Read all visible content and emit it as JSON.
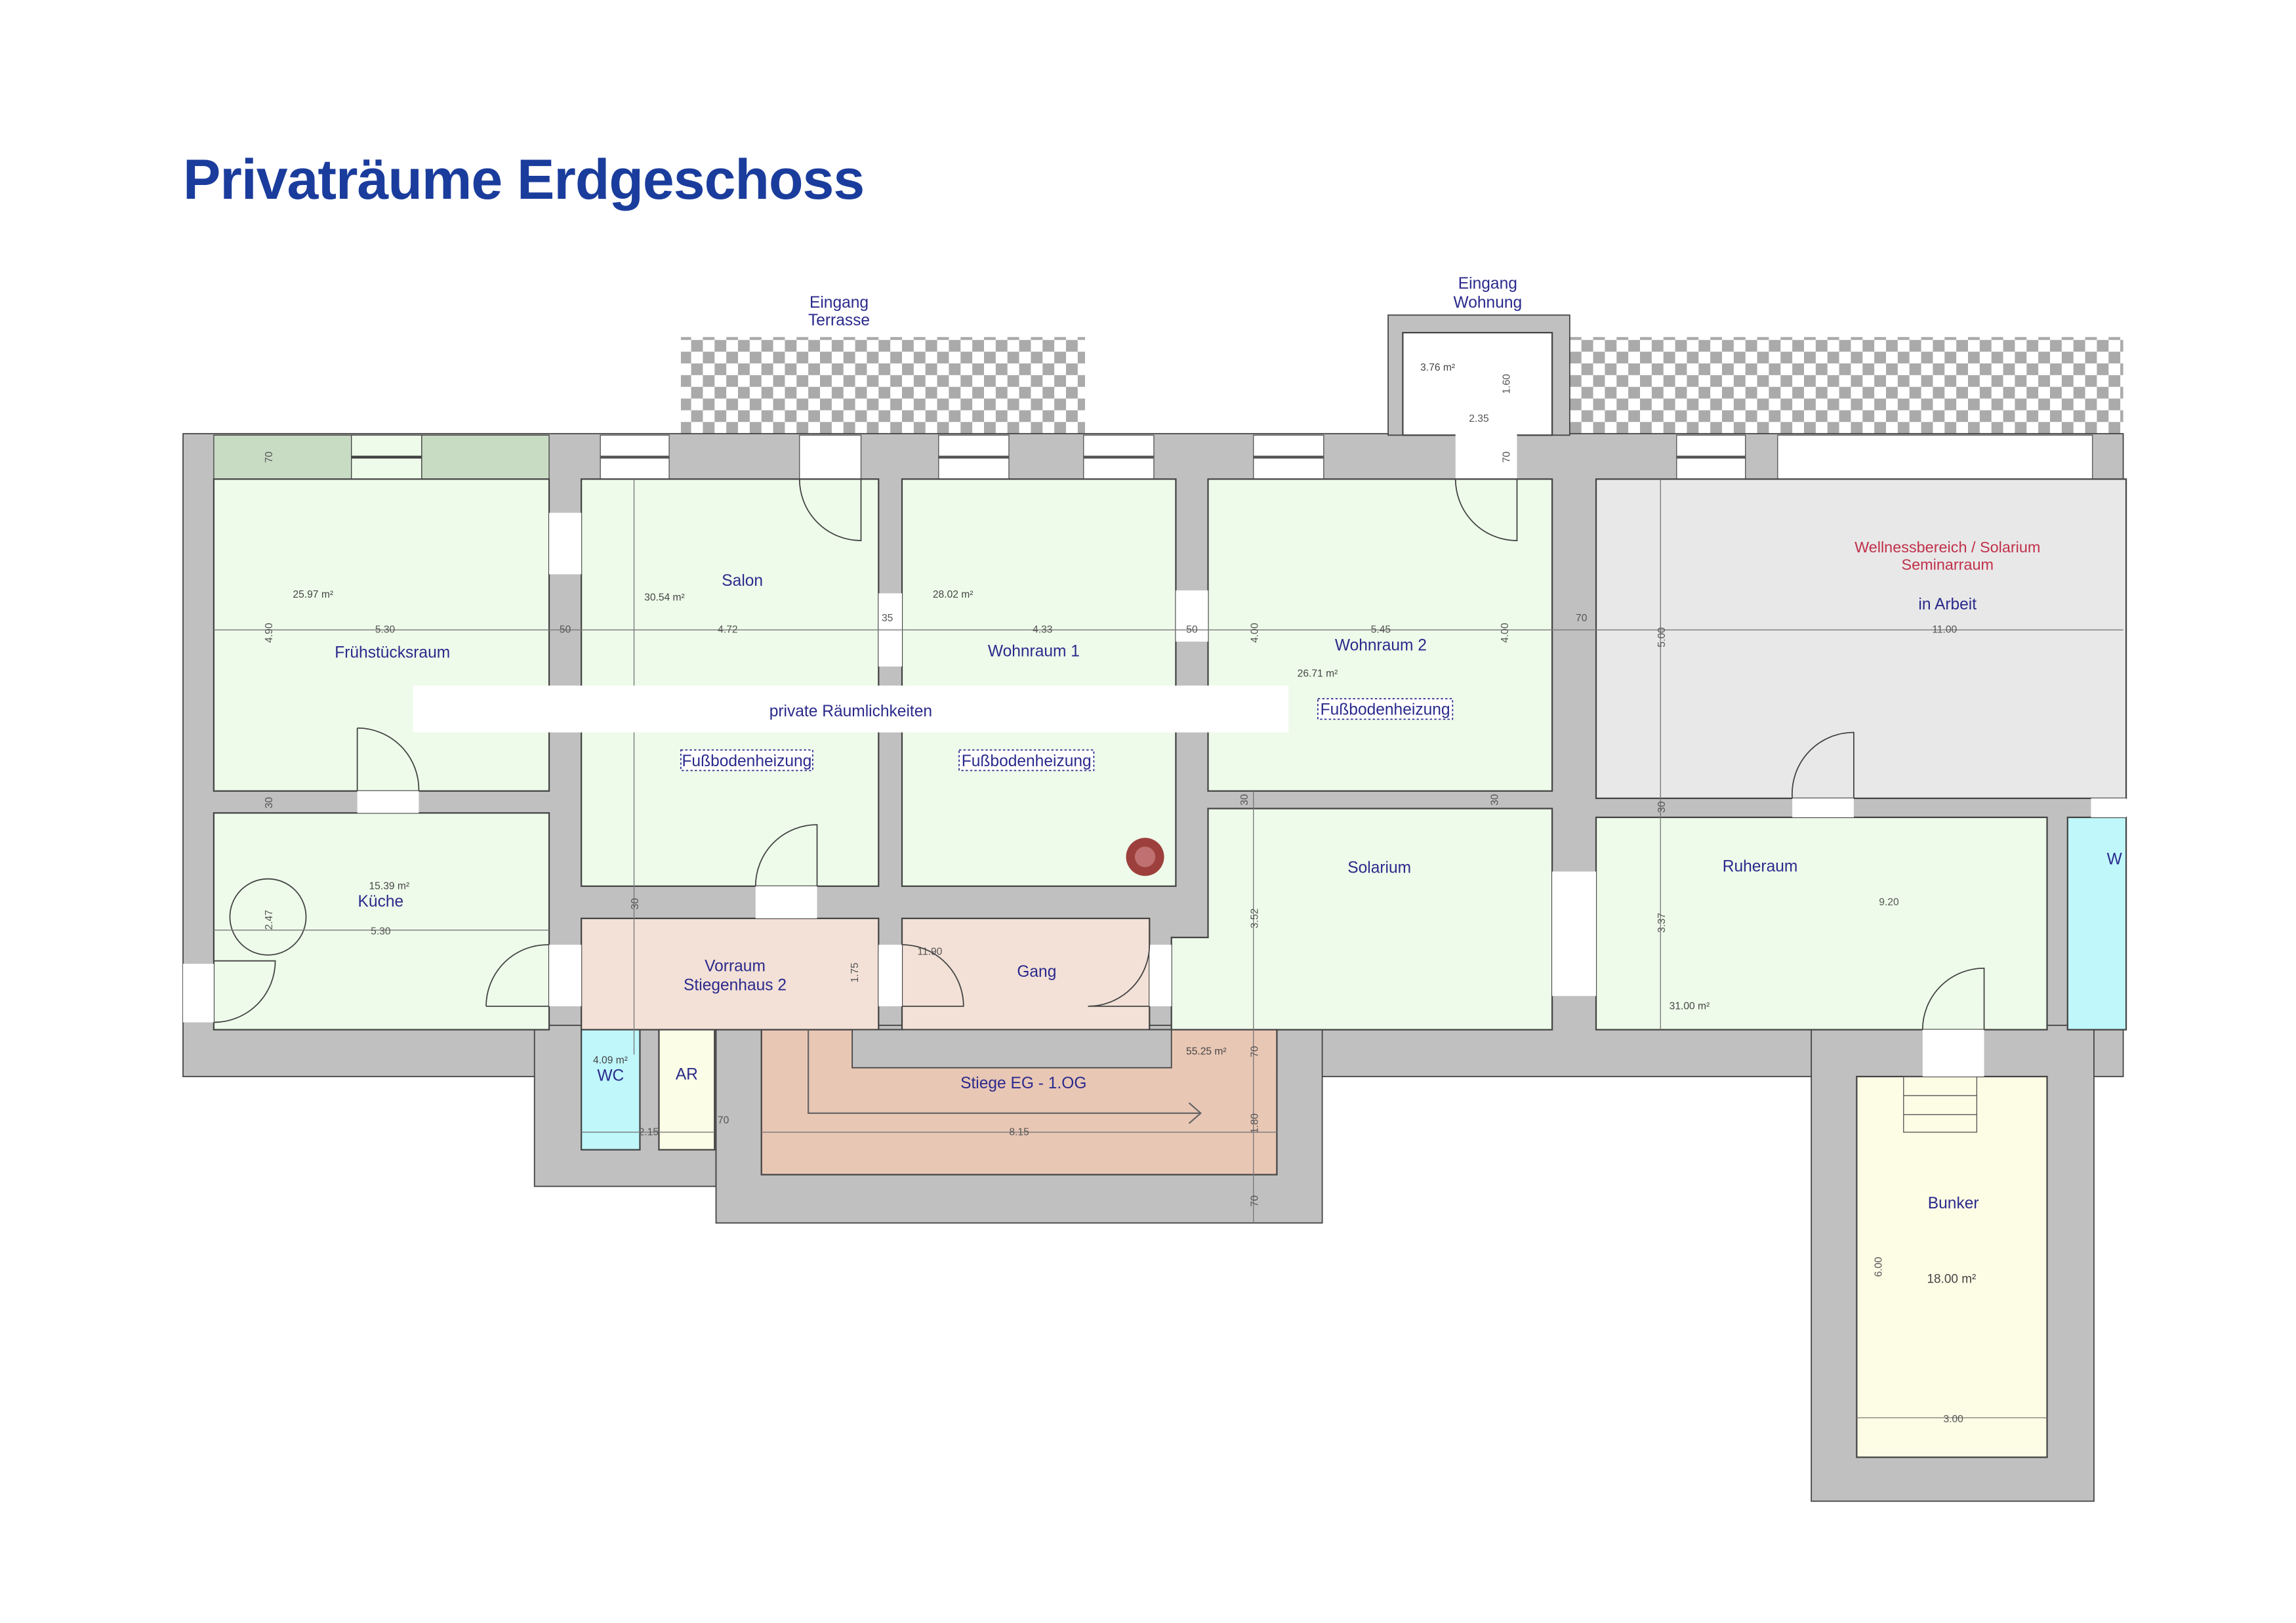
{
  "title": "Privaträume Erdgeschoss",
  "entrances": {
    "terrace": [
      "Eingang",
      "Terrasse"
    ],
    "apartment": [
      "Eingang",
      "Wohnung"
    ]
  },
  "banner": "private Räumlichkeiten",
  "floor_heating": "Fußbodenheizung",
  "rooms": {
    "fruehstuecksraum": {
      "name": "Frühstücksraum",
      "area": "25.97 m²"
    },
    "salon": {
      "name": "Salon",
      "area": "30.54 m²"
    },
    "wohnraum1": {
      "name": "Wohnraum 1",
      "area": "28.02 m²"
    },
    "wohnraum2": {
      "name": "Wohnraum 2",
      "area": "26.71 m²"
    },
    "wellness": {
      "name_lines": [
        "Wellnessbereich / Solarium",
        "Seminarraum"
      ],
      "status": "in Arbeit"
    },
    "kueche": {
      "name": "Küche",
      "area": "15.39 m²"
    },
    "vorraum": {
      "name_lines": [
        "Vorraum",
        "Stiegenhaus 2"
      ]
    },
    "gang": {
      "name": "Gang"
    },
    "solarium": {
      "name": "Solarium",
      "area": "55.25 m²"
    },
    "ruheraum": {
      "name": "Ruheraum",
      "area": "31.00 m²"
    },
    "wc": {
      "name": "WC",
      "area": "4.09 m²"
    },
    "ar": {
      "name": "AR"
    },
    "stiege": {
      "name": "Stiege EG - 1.OG"
    },
    "bunker": {
      "name": "Bunker",
      "area": "18.00 m²"
    },
    "entry": {
      "area": "3.76 m²"
    },
    "w_partial": {
      "name": "W"
    }
  },
  "dimensions": {
    "d530a": "5.30",
    "d472": "4.72",
    "d433": "4.33",
    "d545": "5.45",
    "d1100": "11.00",
    "d530b": "5.30",
    "d920": "9.20",
    "d815": "8.15",
    "d300": "3.00",
    "d600": "6.00",
    "d337": "3.37",
    "d352": "3.52",
    "d500": "5.00",
    "d400a": "4.00",
    "d400b": "4.00",
    "d490": "4.90",
    "d247": "2.47",
    "d235": "2.35",
    "d160": "1.60",
    "d175": "1.75",
    "d215": "2.15",
    "d1190": "11.90",
    "d50a": "50",
    "d50b": "50",
    "d35": "35",
    "d70a": "70",
    "d70b": "70",
    "d70c": "70",
    "d70d": "70",
    "d70e": "70",
    "d70f": "70",
    "d30a": "30",
    "d30b": "30",
    "d30c": "30",
    "d30d": "30",
    "d30e": "30",
    "d180": "1.80"
  },
  "colors": {
    "title": "#1a3c9c",
    "wall": "#c0c0c0",
    "living": "#eefbea",
    "hall": "#f3e1d7",
    "stair": "#e9c7b5",
    "wet": "#bff7fb",
    "storage": "#fcfde6",
    "wellness": "#e8e8e8"
  }
}
